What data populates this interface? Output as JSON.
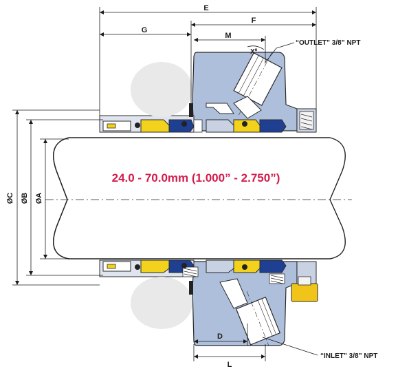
{
  "title": "24.0 - 70.0mm (1.000” - 2.750”)",
  "callouts": {
    "outlet": "“OUTLET” 3/8” NPT",
    "inlet": "“INLET” 3/8” NPT"
  },
  "dimensions": {
    "e": "E",
    "f": "F",
    "g": "G",
    "m": "M",
    "x": "Xº",
    "d": "D",
    "l": "L",
    "oc": "ØC",
    "ob": "ØB",
    "oa": "ØA"
  },
  "colors": {
    "housing": "#aebfdb",
    "housing_dark": "#7f93b8",
    "impeller": "#1f3f93",
    "face": "#f2d21d",
    "shaft_outline": "#222222",
    "range_text": "#d21e4d",
    "fitting": "#f0c419"
  }
}
